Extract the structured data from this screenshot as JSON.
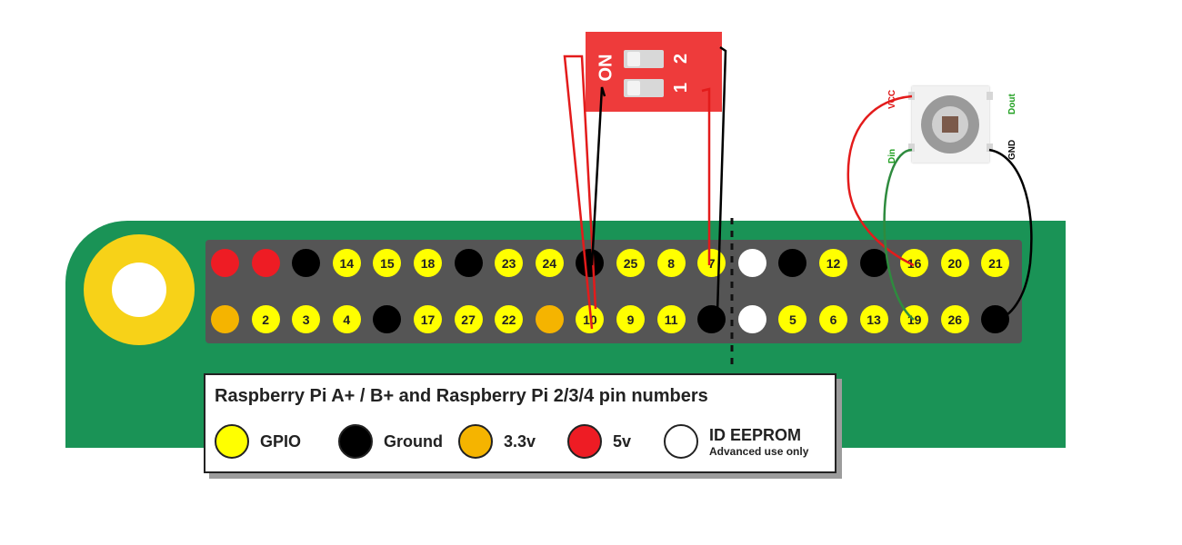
{
  "colors": {
    "pcb": "#1a9356",
    "mount": "#f7d218",
    "header": "#555555",
    "gpio": "#ffff00",
    "ground": "#000000",
    "v33": "#f5b400",
    "v5": "#ee1c24",
    "eeprom": "#ffffff",
    "dip": "#ee3b3b",
    "wire_red": "#e31b1b",
    "wire_black": "#000000",
    "wire_green": "#2e8b3e"
  },
  "header": {
    "top_row": [
      {
        "type": "5v",
        "label": ""
      },
      {
        "type": "5v",
        "label": ""
      },
      {
        "type": "ground",
        "label": ""
      },
      {
        "type": "gpio",
        "label": "14"
      },
      {
        "type": "gpio",
        "label": "15"
      },
      {
        "type": "gpio",
        "label": "18"
      },
      {
        "type": "ground",
        "label": ""
      },
      {
        "type": "gpio",
        "label": "23"
      },
      {
        "type": "gpio",
        "label": "24"
      },
      {
        "type": "ground",
        "label": ""
      },
      {
        "type": "gpio",
        "label": "25"
      },
      {
        "type": "gpio",
        "label": "8"
      },
      {
        "type": "gpio",
        "label": "7"
      },
      {
        "type": "eeprom",
        "label": ""
      },
      {
        "type": "ground",
        "label": ""
      },
      {
        "type": "gpio",
        "label": "12"
      },
      {
        "type": "ground",
        "label": ""
      },
      {
        "type": "gpio",
        "label": "16"
      },
      {
        "type": "gpio",
        "label": "20"
      },
      {
        "type": "gpio",
        "label": "21"
      }
    ],
    "bottom_row": [
      {
        "type": "v33",
        "label": ""
      },
      {
        "type": "gpio",
        "label": "2"
      },
      {
        "type": "gpio",
        "label": "3"
      },
      {
        "type": "gpio",
        "label": "4"
      },
      {
        "type": "ground",
        "label": ""
      },
      {
        "type": "gpio",
        "label": "17"
      },
      {
        "type": "gpio",
        "label": "27"
      },
      {
        "type": "gpio",
        "label": "22"
      },
      {
        "type": "v33",
        "label": ""
      },
      {
        "type": "gpio",
        "label": "10"
      },
      {
        "type": "gpio",
        "label": "9"
      },
      {
        "type": "gpio",
        "label": "11"
      },
      {
        "type": "ground",
        "label": ""
      },
      {
        "type": "eeprom",
        "label": ""
      },
      {
        "type": "gpio",
        "label": "5"
      },
      {
        "type": "gpio",
        "label": "6"
      },
      {
        "type": "gpio",
        "label": "13"
      },
      {
        "type": "gpio",
        "label": "19"
      },
      {
        "type": "gpio",
        "label": "26"
      },
      {
        "type": "ground",
        "label": ""
      }
    ]
  },
  "legend": {
    "title": "Raspberry Pi A+ / B+ and Raspberry Pi 2/3/4 pin numbers",
    "items": [
      {
        "type": "gpio",
        "label": "GPIO",
        "sub": ""
      },
      {
        "type": "ground",
        "label": "Ground",
        "sub": ""
      },
      {
        "type": "v33",
        "label": "3.3v",
        "sub": ""
      },
      {
        "type": "v5",
        "label": "5v",
        "sub": ""
      },
      {
        "type": "eeprom",
        "label": "ID EEPROM",
        "sub": "Advanced use only"
      }
    ]
  },
  "dip_switch": {
    "on_label": "ON",
    "switch_1": "1",
    "switch_2": "2"
  },
  "led": {
    "vcc": "VCC",
    "dout": "Dout",
    "din": "Din",
    "gnd": "GND"
  }
}
